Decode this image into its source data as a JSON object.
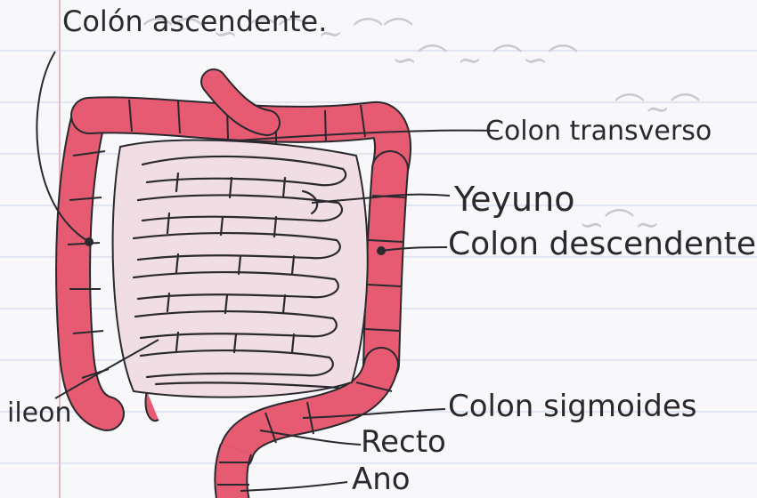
{
  "labels": {
    "colon_ascendente": "Colón ascendente.",
    "colon_transverso": "Colon transverso",
    "yeyuno": "Yeyuno",
    "colon_descendente": "Colon descendente",
    "ileon": "ileon",
    "colon_sigmoides": "Colon sigmoides",
    "recto": "Recto",
    "ano": "Ano"
  },
  "colors": {
    "paper": "#f8f8fa",
    "rule_lines": "#c9d3ea",
    "ink": "#2a2a2e",
    "large_intestine": "#e65a72",
    "small_intestine": "#f1dde4"
  }
}
